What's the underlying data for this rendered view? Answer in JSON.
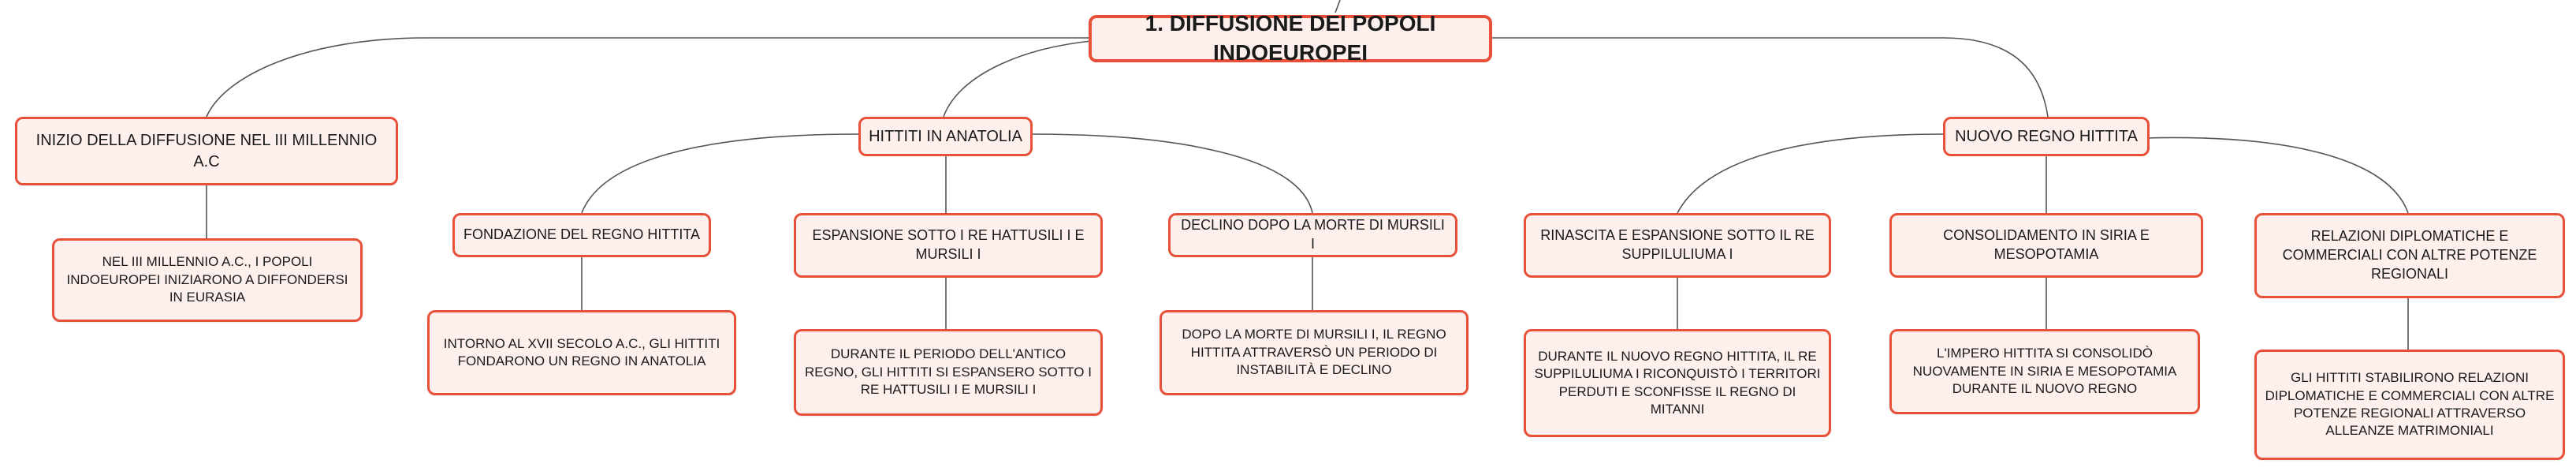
{
  "root": "1. DIFFUSIONE DEI POPOLI INDOEUROPEI",
  "branches": [
    {
      "label": "INIZIO DELLA DIFFUSIONE NEL III MILLENNIO A.C",
      "detail": "NEL III MILLENNIO A.C., I POPOLI INDOEUROPEI INIZIARONO A DIFFONDERSI IN EURASIA"
    },
    {
      "label": "HITTITI IN ANATOLIA",
      "children": [
        {
          "label": "FONDAZIONE DEL REGNO HITTITA",
          "detail": "INTORNO AL XVII SECOLO A.C., GLI HITTITI FONDARONO UN REGNO IN ANATOLIA"
        },
        {
          "label": "ESPANSIONE SOTTO I RE HATTUSILI I E MURSILI I",
          "detail": "DURANTE IL PERIODO DELL'ANTICO REGNO, GLI HITTITI SI ESPANSERO SOTTO I RE HATTUSILI I E MURSILI I"
        },
        {
          "label": "DECLINO DOPO LA MORTE DI MURSILI I",
          "detail": "DOPO LA MORTE DI MURSILI I, IL REGNO HITTITA ATTRAVERSÒ UN PERIODO DI INSTABILITÀ E DECLINO"
        }
      ]
    },
    {
      "label": "NUOVO REGNO HITTITA",
      "children": [
        {
          "label": "RINASCITA E ESPANSIONE SOTTO IL RE SUPPILULIUMA I",
          "detail": "DURANTE IL NUOVO REGNO HITTITA, IL RE SUPPILULIUMA I RICONQUISTÒ I TERRITORI PERDUTI E SCONFISSE IL REGNO DI MITANNI"
        },
        {
          "label": "CONSOLIDAMENTO IN SIRIA E MESOPOTAMIA",
          "detail": "L'IMPERO HITTITA SI CONSOLIDÒ NUOVAMENTE IN SIRIA E MESOPOTAMIA DURANTE IL NUOVO REGNO"
        },
        {
          "label": "RELAZIONI DIPLOMATICHE E COMMERCIALI CON ALTRE POTENZE REGIONALI",
          "detail": "GLI HITTITI STABILIRONO RELAZIONI DIPLOMATICHE E COMMERCIALI CON ALTRE POTENZE REGIONALI ATTRAVERSO ALLEANZE MATRIMONIALI"
        }
      ]
    }
  ]
}
